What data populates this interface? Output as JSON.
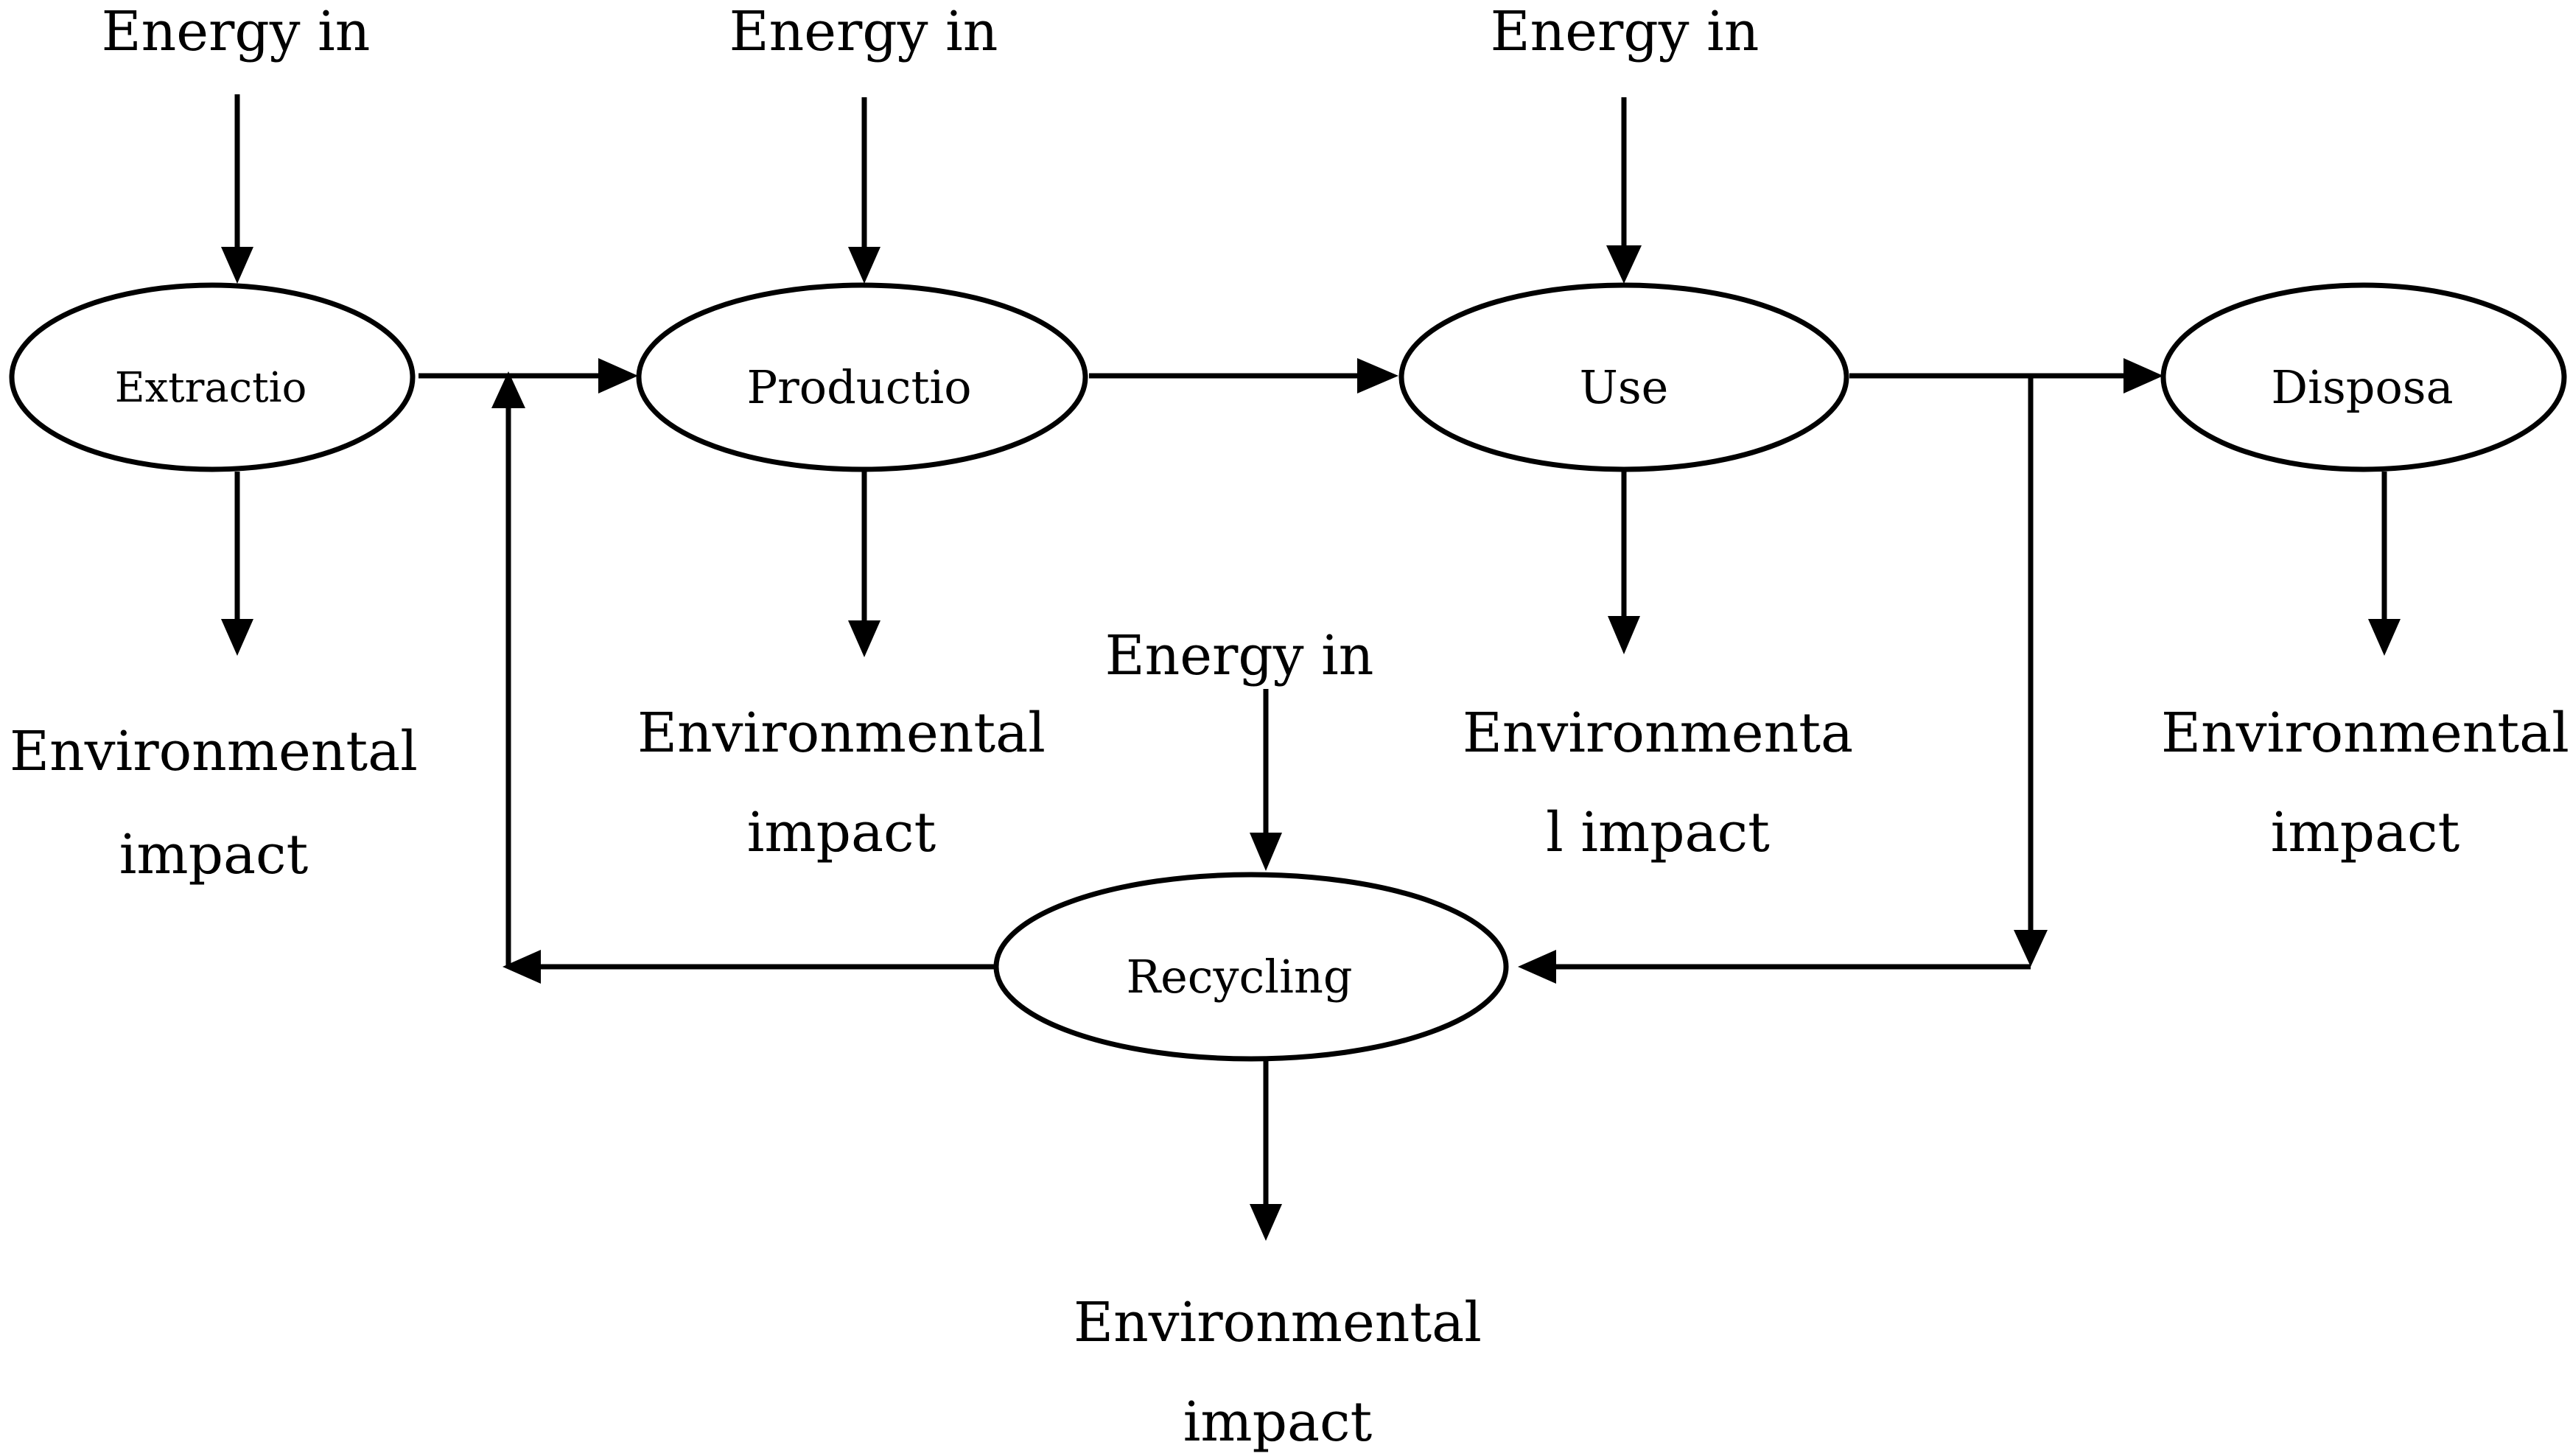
{
  "energy_in": [
    "Energy in",
    "Energy in",
    "Energy in",
    "Energy in"
  ],
  "nodes": {
    "extraction": "Extractio",
    "production": "Productio",
    "use": "Use",
    "disposal": "Disposa",
    "recycling": "Recycling"
  },
  "impacts": {
    "extraction": [
      "Environmental",
      "impact"
    ],
    "production": [
      "Environmental",
      "impact"
    ],
    "use": [
      "Environmenta",
      "l impact"
    ],
    "disposal": [
      "Environmental",
      "impact"
    ],
    "recycling": [
      "Environmental",
      "impact"
    ]
  },
  "colors": {
    "ink": "#000000",
    "background": "#ffffff"
  }
}
